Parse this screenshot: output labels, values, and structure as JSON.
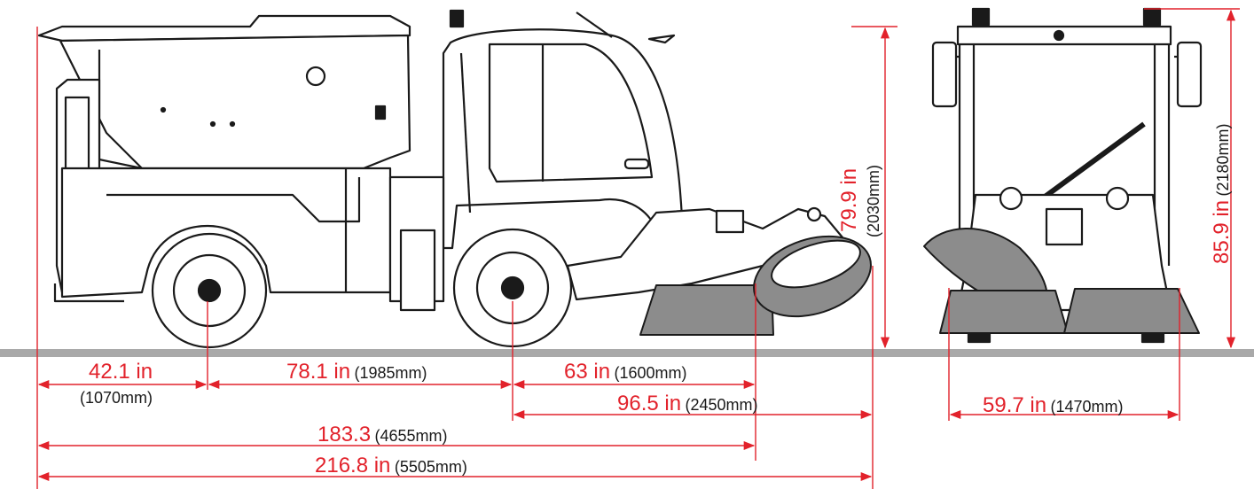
{
  "dimensions": {
    "rear_overhang": {
      "imperial": "42.1 in",
      "metric": "(1070mm)"
    },
    "wheelbase": {
      "imperial": "78.1 in",
      "metric": "(1985mm)"
    },
    "front_axle_to_brush": {
      "imperial": "63 in",
      "metric": "(1600mm)"
    },
    "front_axle_to_front": {
      "imperial": "96.5 in",
      "metric": "(2450mm)"
    },
    "length_to_brush": {
      "imperial": "183.3",
      "metric": "(4655mm)"
    },
    "overall_length": {
      "imperial": "216.8 in",
      "metric": "(5505mm)"
    },
    "side_height": {
      "imperial": "79.9 in",
      "metric": "(2030mm)"
    },
    "front_height": {
      "imperial": "85.9 in",
      "metric": "(2180mm)"
    },
    "front_width": {
      "imperial": "59.7 in",
      "metric": "(1470mm)"
    }
  },
  "colors": {
    "dimension": "#e2222b",
    "ground": "#a9a9a9",
    "outline": "#1a1a1a",
    "brush": "#8c8c8c"
  }
}
